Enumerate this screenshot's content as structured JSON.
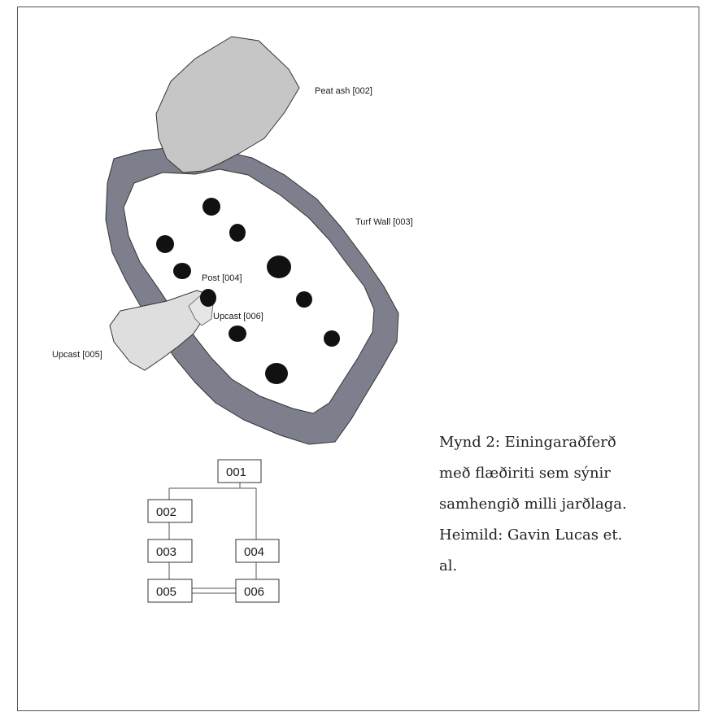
{
  "labels": {
    "peat_ash": "Peat ash [002]",
    "turf_wall": "Turf Wall [003]",
    "post": "Post [004]",
    "upcast_006": "Upcast [006]",
    "upcast_005": "Upcast [005]"
  },
  "flow_boxes": {
    "b001": "001",
    "b002": "002",
    "b003": "003",
    "b004": "004",
    "b005": "005",
    "b006": "006"
  },
  "caption_lines": [
    "Mynd 2: Einingaraðferð",
    "með flæðiriti sem sýnir",
    "samhengið milli jarðlaga.",
    "Heimild: Gavin Lucas et.",
    "al."
  ],
  "colors": {
    "turf_wall": "#7d808c",
    "peat_ash": "#c6c6c6",
    "upcast": "#dedede",
    "post": "#111111"
  }
}
